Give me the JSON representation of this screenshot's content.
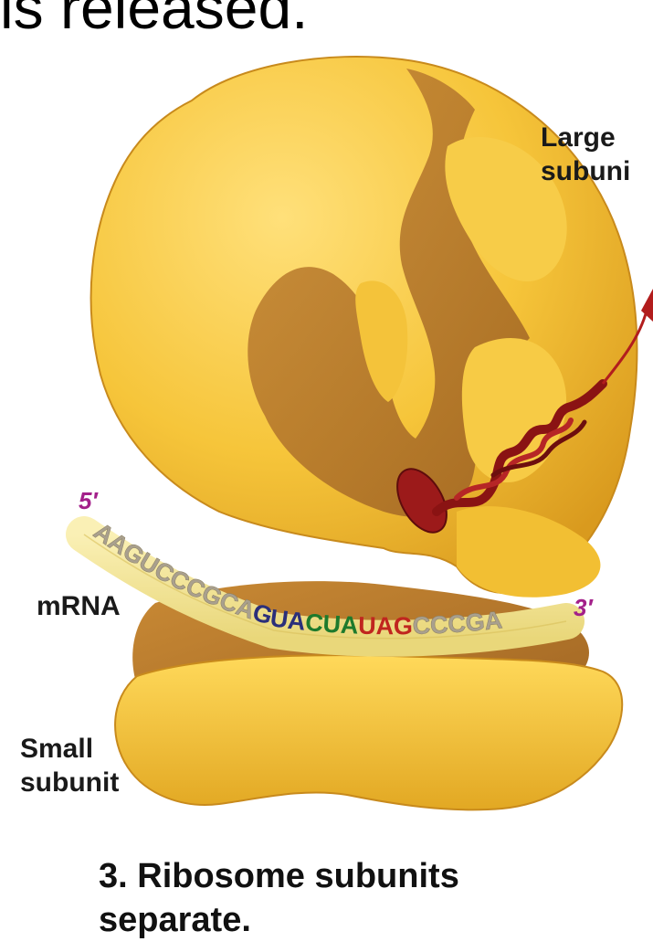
{
  "top_fragment": "is released.",
  "labels": {
    "large_subunit_1": "Large",
    "large_subunit_2": "subuni",
    "mrna": "mRNA",
    "five_prime": "5′",
    "three_prime": "3′",
    "small_subunit_1": "Small",
    "small_subunit_2": "subunit"
  },
  "mrna_sequence": {
    "grey_left": "AAGUCCCGCA",
    "codon_1": "GUA",
    "codon_2": "CUA",
    "stop_codon": "UAG",
    "grey_right": "CCCGA"
  },
  "caption": {
    "line1": "3. Ribosome subunits",
    "line2": "separate."
  },
  "colors": {
    "subunit_yellow": "#f4c431",
    "subunit_shadow": "#b97d2c",
    "mrna_band": "#f3e59a",
    "codon_1": "#2b2f7a",
    "codon_2": "#1e7a2c",
    "stop_codon": "#c0261f",
    "protein": "#8a1313",
    "prime_label": "#a3208a"
  }
}
